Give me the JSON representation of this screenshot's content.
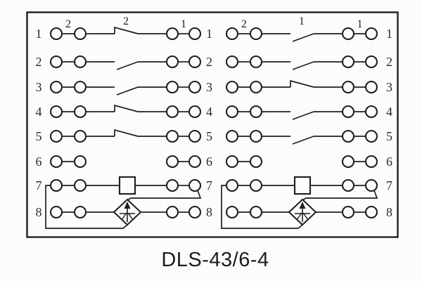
{
  "caption": "DLS-43/6-4",
  "colors": {
    "ink": "#1f1f1f",
    "background": "#fcfcfc"
  },
  "diagram": {
    "description": "relay terminal wiring diagram, two identical terminal blocks of 8 rows",
    "blocks": [
      {
        "id": "left",
        "show_left_labels": true,
        "group_labels": {
          "left_pair": "2",
          "switch": "2",
          "right_pair": "1"
        },
        "rows": [
          {
            "num": "1",
            "kind": "contact",
            "style": "tick"
          },
          {
            "num": "2",
            "kind": "contact",
            "style": "plain"
          },
          {
            "num": "3",
            "kind": "contact",
            "style": "plain"
          },
          {
            "num": "4",
            "kind": "contact",
            "style": "tick"
          },
          {
            "num": "5",
            "kind": "contact",
            "style": "tick"
          },
          {
            "num": "6",
            "kind": "pair-only"
          },
          {
            "num": "7",
            "kind": "resistor"
          },
          {
            "num": "8",
            "kind": "arrester"
          }
        ]
      },
      {
        "id": "right",
        "show_left_labels": false,
        "group_labels": {
          "left_pair": "2",
          "switch": "1",
          "right_pair": "1"
        },
        "rows": [
          {
            "num": "1",
            "kind": "contact",
            "style": "plain"
          },
          {
            "num": "2",
            "kind": "contact",
            "style": "plain"
          },
          {
            "num": "3",
            "kind": "contact",
            "style": "tick"
          },
          {
            "num": "4",
            "kind": "contact",
            "style": "plain"
          },
          {
            "num": "5",
            "kind": "contact",
            "style": "plain"
          },
          {
            "num": "6",
            "kind": "pair-only"
          },
          {
            "num": "7",
            "kind": "resistor"
          },
          {
            "num": "8",
            "kind": "arrester"
          }
        ]
      }
    ]
  }
}
